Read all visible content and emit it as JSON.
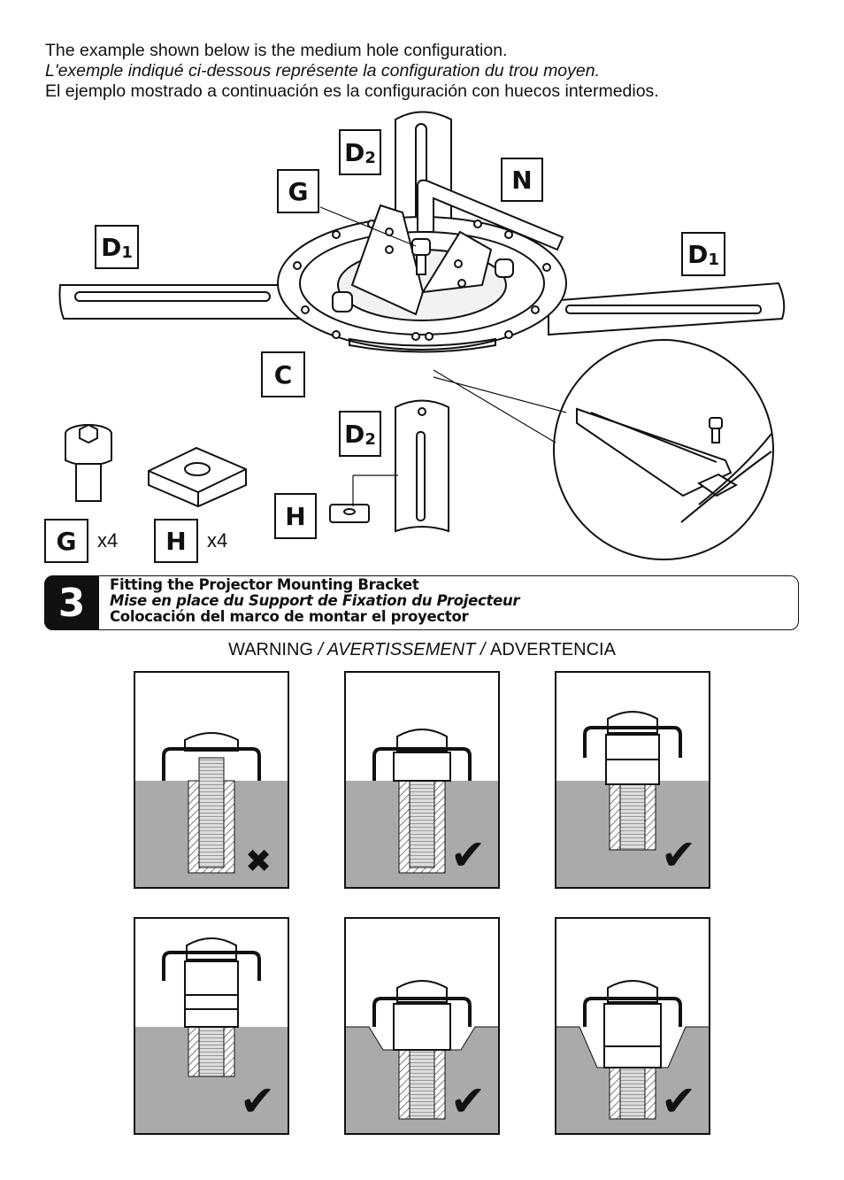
{
  "intro": {
    "line_en": "The example shown below is the medium hole configuration.",
    "line_fr": "L'exemple indiqué ci-dessous représente la configuration du trou moyen.",
    "line_es": "El ejemplo mostrado a continuación es la configuración con huecos intermedios."
  },
  "labels": {
    "d2_top": "D2",
    "g": "G",
    "n": "N",
    "d1_left": "D1",
    "d1_right": "D1",
    "c": "C",
    "d2_bottom": "D2",
    "h": "H",
    "g_parts": "G",
    "h_parts": "H"
  },
  "quantities": {
    "g": "x4",
    "h": "x4"
  },
  "step": {
    "number": "3",
    "title_en": "Fitting the Projector Mounting Bracket",
    "title_fr": "Mise en place du Support de Fixation du Projecteur",
    "title_es": "Colocación del marco de montar el proyector"
  },
  "warning": {
    "en": "WARNING",
    "fr": "AVERTISSEMENT",
    "es": "ADVERTENCIA",
    "sep": " / "
  },
  "panels": [
    {
      "id": "p1",
      "result": "incorrect",
      "mark": "cross-icon"
    },
    {
      "id": "p2",
      "result": "correct",
      "mark": "check-icon"
    },
    {
      "id": "p3",
      "result": "correct",
      "mark": "check-icon"
    },
    {
      "id": "p4",
      "result": "correct",
      "mark": "check-icon"
    },
    {
      "id": "p5",
      "result": "correct",
      "mark": "check-icon"
    },
    {
      "id": "p6",
      "result": "correct",
      "mark": "check-icon"
    }
  ]
}
